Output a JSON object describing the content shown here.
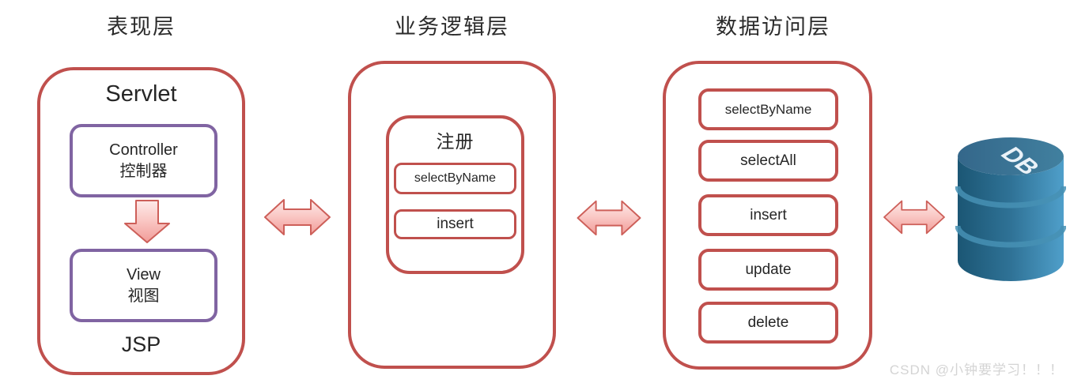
{
  "diagram": {
    "presentation": {
      "title": "表现层",
      "top_label": "Servlet",
      "bottom_label": "JSP",
      "controller": {
        "line1": "Controller",
        "line2": "控制器"
      },
      "view": {
        "line1": "View",
        "line2": "视图"
      }
    },
    "business": {
      "title": "业务逻辑层",
      "module": {
        "title": "注册",
        "methods": [
          "selectByName",
          "insert"
        ]
      }
    },
    "data_access": {
      "title": "数据访问层",
      "methods": [
        "selectByName",
        "selectAll",
        "insert",
        "update",
        "delete"
      ]
    },
    "database": {
      "label": "DB"
    },
    "watermark": "CSDN @小钟要学习！！！"
  },
  "colors": {
    "layer_border_red": "#c0504d",
    "mvc_border_purple": "#8064a2",
    "arrow_fill_top": "#fdeae9",
    "arrow_fill_bottom": "#f19c98",
    "arrow_stroke": "#cd5f59",
    "db_body_dark": "#1b5674",
    "db_body_light": "#4f9fca",
    "db_top": "#3a7494",
    "text": "#262626",
    "watermark_gray": "#d4d4d4"
  }
}
